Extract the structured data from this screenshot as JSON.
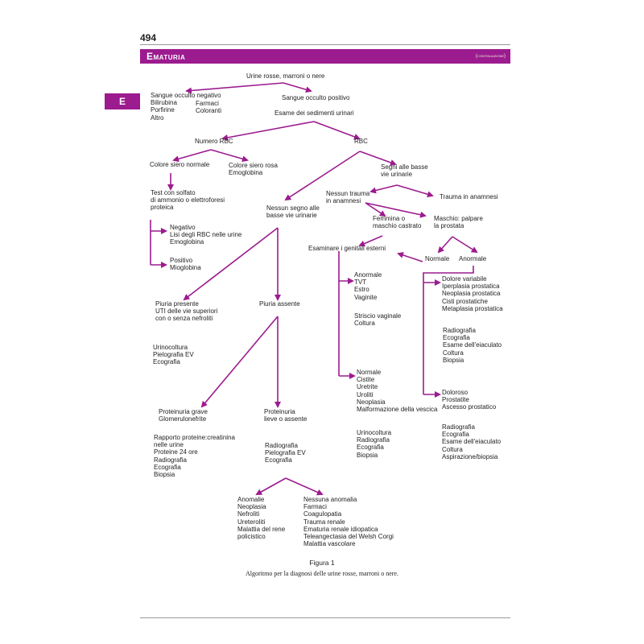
{
  "page": {
    "number": "494",
    "section_title": "Ematuria",
    "continued": "(continuazione)",
    "side_tab": "E"
  },
  "flow": {
    "start": "Urine rosse, marroni o nere",
    "neg": [
      "Sangue occulto negativo",
      "Bilirubina",
      "Porfirine",
      "Altro"
    ],
    "neg2": [
      "Farmaci",
      "Coloranti"
    ],
    "pos": "Sangue occulto positivo",
    "sed": "Esame dei sedimenti urinari",
    "numrbc": "Numero RBC",
    "rbc": "RBC",
    "sieronorm": "Colore siero normale",
    "sierorosa": [
      "Colore siero rosa",
      "Emoglobina"
    ],
    "segni": [
      "Segni alle basse",
      "vie urinarie"
    ],
    "test": [
      "Test con solfato",
      "di ammonio o elettroforesi",
      "proteica"
    ],
    "notrauma": [
      "Nessun trauma",
      "in anamnesi"
    ],
    "trauma": "Trauma in anamnesi",
    "nosegno": [
      "Nessun segno alle",
      "basse vie urinarie"
    ],
    "femmina": [
      "Femmina o",
      "maschio castrato"
    ],
    "maschio": [
      "Maschio: palpare",
      "la prostata"
    ],
    "negativo": [
      "Negativo",
      "Lisi degli RBC nelle urine",
      "Emoglobina"
    ],
    "genitali": "Esaminare i genitali esterni",
    "normale": "Normale",
    "anormale": "Anormale",
    "positivo": [
      "Positivo",
      "Mioglobina"
    ],
    "gen_anorm": [
      "Anormale",
      "TVT",
      "Estro",
      "Vaginite"
    ],
    "dolvar": [
      "Dolore variabile",
      "Iperplasia prostatica",
      "Neoplasia prostatica",
      "Cisti prostatiche",
      "Metaplasia prostatica"
    ],
    "piuriapres": [
      "Piuria presente",
      "UTI delle vie superiori",
      "con o senza nefroliti"
    ],
    "piuriaass": "Piuria assente",
    "striscio": [
      "Striscio vaginale",
      "Coltura"
    ],
    "dolvar_tests": [
      "Radiografia",
      "Ecografia",
      "Esame dell'eiaculato",
      "Coltura",
      "Biopsia"
    ],
    "piuria_tests": [
      "Urinocoltura",
      "Pielografia EV",
      "Ecografia"
    ],
    "gen_norm": [
      "Normale",
      "Cistite",
      "Uretrite",
      "Uroliti",
      "Neoplasia",
      "Malformazione della vescica"
    ],
    "doloroso": [
      "Doloroso",
      "Prostatite",
      "Ascesso prostatico"
    ],
    "protgrave": [
      "Proteinuria grave",
      "Glomerulonefrite"
    ],
    "protlieve": [
      "Proteinuria",
      "lieve o assente"
    ],
    "gen_norm_tests": [
      "Urinocoltura",
      "Radiografia",
      "Ecografia",
      "Biopsia"
    ],
    "doloroso_tests": [
      "Radiografia",
      "Ecografia",
      "Esame dell'eiaculato",
      "Coltura",
      "Aspirazione/biopsia"
    ],
    "rapporto": [
      "Rapporto proteine:creatinina",
      "nelle urine",
      "Proteine 24 ore",
      "Radiografia",
      "Ecografia",
      "Biopsia"
    ],
    "protlieve_tests": [
      "Radiografia",
      "Pielografia EV",
      "Ecografia"
    ],
    "anomalie": [
      "Anomalie",
      "Neoplasia",
      "Nefroliti",
      "Ureteroliti",
      "Malattia del rene",
      "policistico"
    ],
    "nessuna": [
      "Nessuna anomalia",
      "Farmaci",
      "Coagulopatia",
      "Trauma renale",
      "Ematuria renale idiopatica",
      "Teleangectasia del Welsh Corgi",
      "Malattia vascolare"
    ]
  },
  "figure": {
    "label": "Figura 1",
    "caption": "Algoritmo per la diagnosi delle urine rosse, marroni o nere."
  },
  "colors": {
    "accent": "#9c1b8f"
  }
}
